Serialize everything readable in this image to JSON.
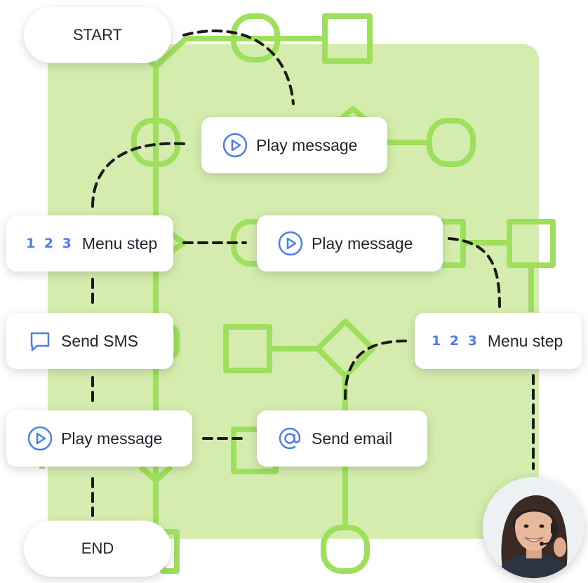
{
  "colors": {
    "panel": "#d4edae",
    "green_line": "#9ee05d",
    "connector": "#1a1a1a",
    "icon_blue": "#4b7ee8",
    "text": "#1f2430"
  },
  "nodes": {
    "start": {
      "label": "START"
    },
    "end": {
      "label": "END"
    },
    "play_message_1": {
      "label": "Play message",
      "icon": "play-circle-icon"
    },
    "menu_step_1": {
      "label": "Menu step",
      "digits": "1 2 3",
      "icon": "keypad-digits-icon"
    },
    "play_message_2": {
      "label": "Play message",
      "icon": "play-circle-icon"
    },
    "send_sms": {
      "label": "Send SMS",
      "icon": "chat-bubble-icon"
    },
    "menu_step_2": {
      "label": "Menu step",
      "digits": "1 2 3",
      "icon": "keypad-digits-icon"
    },
    "play_message_3": {
      "label": "Play message",
      "icon": "play-circle-icon"
    },
    "send_email": {
      "label": "Send email",
      "icon": "at-sign-icon"
    }
  },
  "avatar": {
    "icon": "agent-headset-avatar"
  }
}
